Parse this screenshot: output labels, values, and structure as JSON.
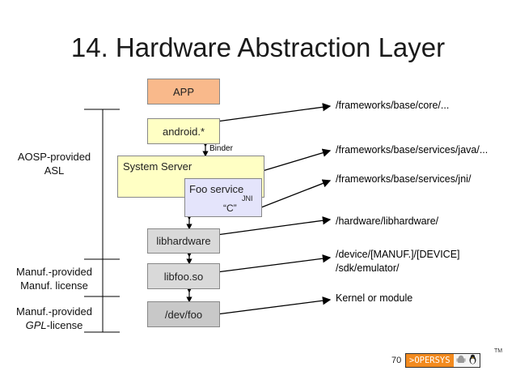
{
  "title": "14. Hardware Abstraction Layer",
  "boxes": {
    "app": "APP",
    "android": "android.*",
    "binder": "Binder",
    "system_server": "System Server",
    "foo_service": "Foo service",
    "jni": "JNI",
    "c": "“C”",
    "libhardware": "libhardware",
    "libfoo": "libfoo.so",
    "devfoo": "/dev/foo"
  },
  "side": {
    "aosp_line1": "AOSP-provided",
    "aosp_line2": "ASL",
    "manuf_line1": "Manuf.-provided",
    "manuf_line2": "Manuf. license",
    "gpl_line1": "Manuf.-provided",
    "gpl_italic": "GPL",
    "gpl_rest": "-license"
  },
  "paths": {
    "core": "/frameworks/base/core/...",
    "services_java": "/frameworks/base/services/java/...",
    "services_jni": "/frameworks/base/services/jni/",
    "libhardware": "/hardware/libhardware/",
    "device": "/device/[MANUF.]/[DEVICE]",
    "sdk": "/sdk/emulator/",
    "kernel": "Kernel or module"
  },
  "footer": {
    "page": "70",
    "brand": ">OPERSYS",
    "tm": "TM"
  },
  "colors": {
    "app": "#f9b98b",
    "android": "#ffffc4",
    "system_server": "#ffffc4",
    "foo_service": "#e4e4fb",
    "lib": "#d9d9d9",
    "dev": "#c8c8c8",
    "brand": "#f28a1e"
  },
  "icons": [
    "android-icon",
    "linux-tux-icon"
  ]
}
